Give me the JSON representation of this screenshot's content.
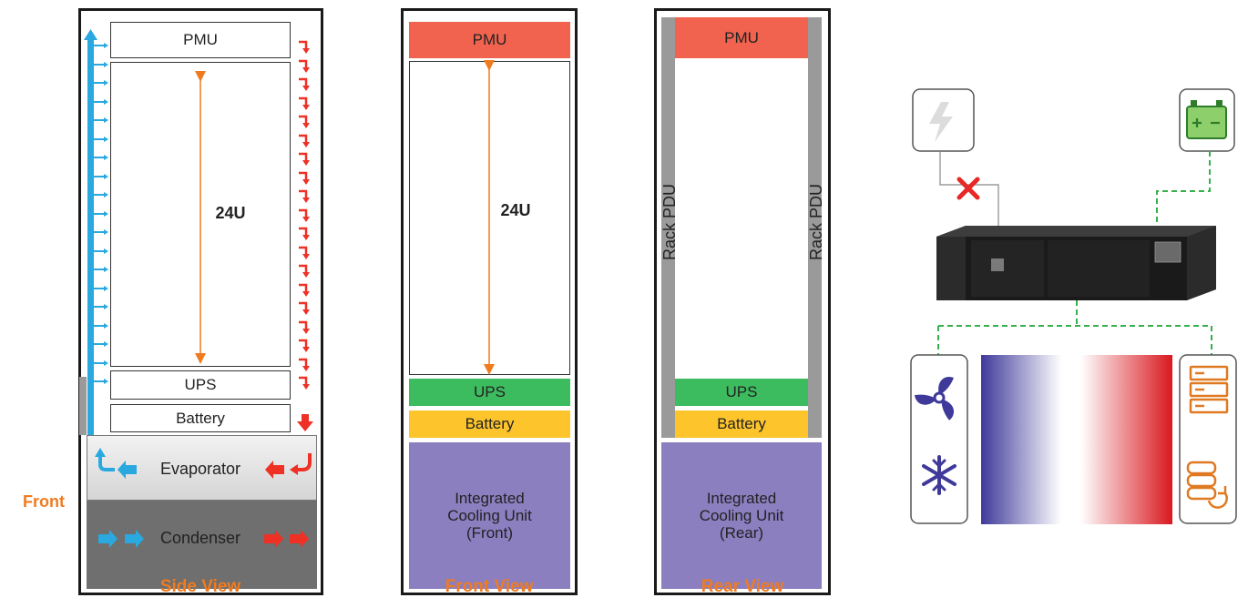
{
  "colors": {
    "orange": "#f07b1f",
    "pmu": "#f1634f",
    "ups": "#3dbb5f",
    "battery": "#fdc52b",
    "cooling": "#8b7fc0",
    "cold_air": "#29a9e0",
    "hot_air": "#ee3124",
    "pdu": "#9a9a9a",
    "condenser": "#6f6f6f",
    "dashed_link": "#35b04a",
    "no_mains": "#e82727"
  },
  "side_view": {
    "caption": "Side View",
    "front_label": "Front",
    "pmu": "PMU",
    "height": "24U",
    "ups": "UPS",
    "battery": "Battery",
    "evaporator": "Evaporator",
    "condenser": "Condenser"
  },
  "front_view": {
    "caption": "Front View",
    "pmu": "PMU",
    "height": "24U",
    "ups": "UPS",
    "battery": "Battery",
    "cooling": "Integrated\nCooling Unit\n(Front)"
  },
  "rear_view": {
    "caption": "Rear View",
    "pmu": "PMU",
    "pdu_left": "Rack PDU",
    "pdu_right": "Rack PDU",
    "ups": "UPS",
    "battery": "Battery",
    "cooling": "Integrated\nCooling Unit\n(Rear)"
  },
  "diagram": {
    "icons": [
      "lightning-icon",
      "battery-icon",
      "fan-icon",
      "snowflake-icon",
      "server-rack-icon",
      "server-sync-icon",
      "ups-device"
    ]
  }
}
